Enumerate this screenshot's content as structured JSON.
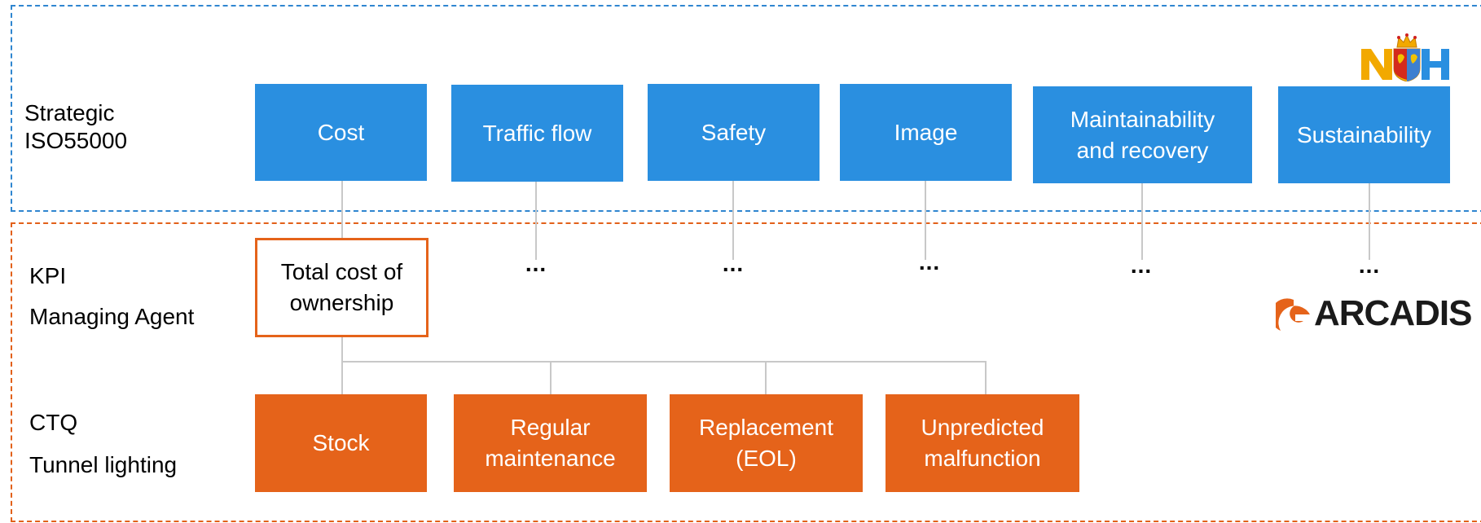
{
  "rows": {
    "strategic": "Strategic\nISO55000",
    "kpi": "KPI",
    "managing_agent": "Managing Agent",
    "ctq": "CTQ",
    "tunnel_lighting": "Tunnel lighting"
  },
  "strategic_boxes": [
    "Cost",
    "Traffic flow",
    "Safety",
    "Image",
    "Maintainability and recovery",
    "Sustainability"
  ],
  "kpi_box": "Total cost of ownership",
  "kpi_placeholders": [
    "...",
    "...",
    "...",
    "...",
    "..."
  ],
  "ctq_boxes": [
    "Stock",
    "Regular maintenance",
    "Replacement (EOL)",
    "Unpredicted malfunction"
  ],
  "logos": {
    "arcadis": "ARCADIS",
    "province": "NH"
  },
  "colors": {
    "blue": "#2a8fe0",
    "orange": "#e5631a",
    "blue_frame": "#2f86d0",
    "orange_frame": "#e2611a",
    "connector": "#c8c8c8"
  }
}
